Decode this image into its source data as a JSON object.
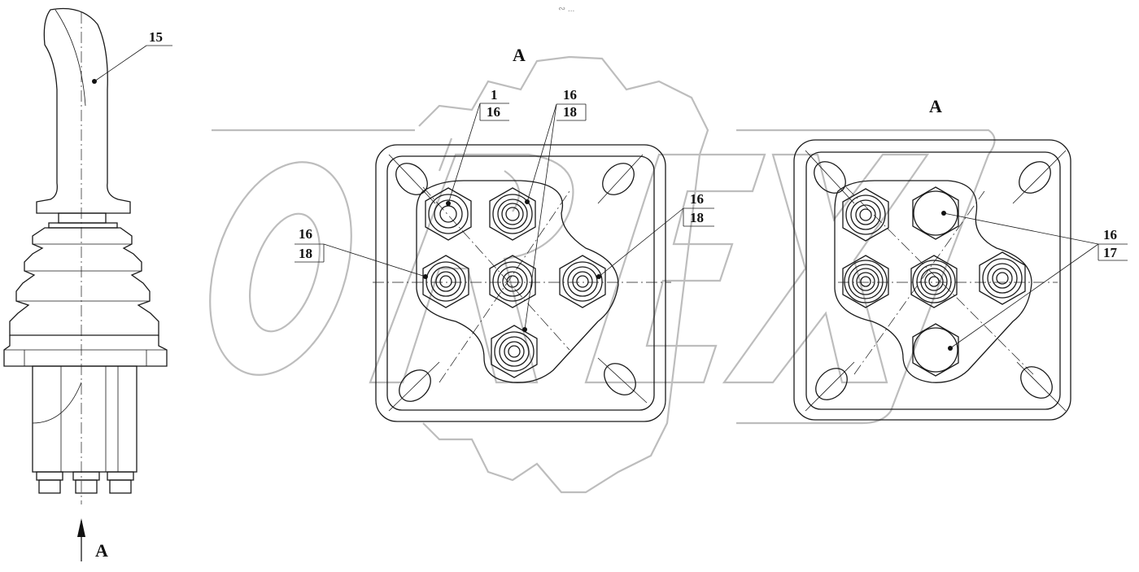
{
  "watermark": "OREX",
  "view_label": "A",
  "views": {
    "left_view_title": "A",
    "right_view_title": "A",
    "arrow_label": "A"
  },
  "callouts": {
    "handle": "15",
    "lv_top_left_top": "1",
    "lv_top_left_bottom": "16",
    "lv_top_mid_top": "16",
    "lv_top_mid_bottom": "18",
    "lv_left_top": "16",
    "lv_left_bottom": "18",
    "lv_right_top": "16",
    "lv_right_bottom": "18",
    "rv_right_top": "16",
    "rv_right_bottom": "17"
  },
  "header_mark": "∾ ..."
}
